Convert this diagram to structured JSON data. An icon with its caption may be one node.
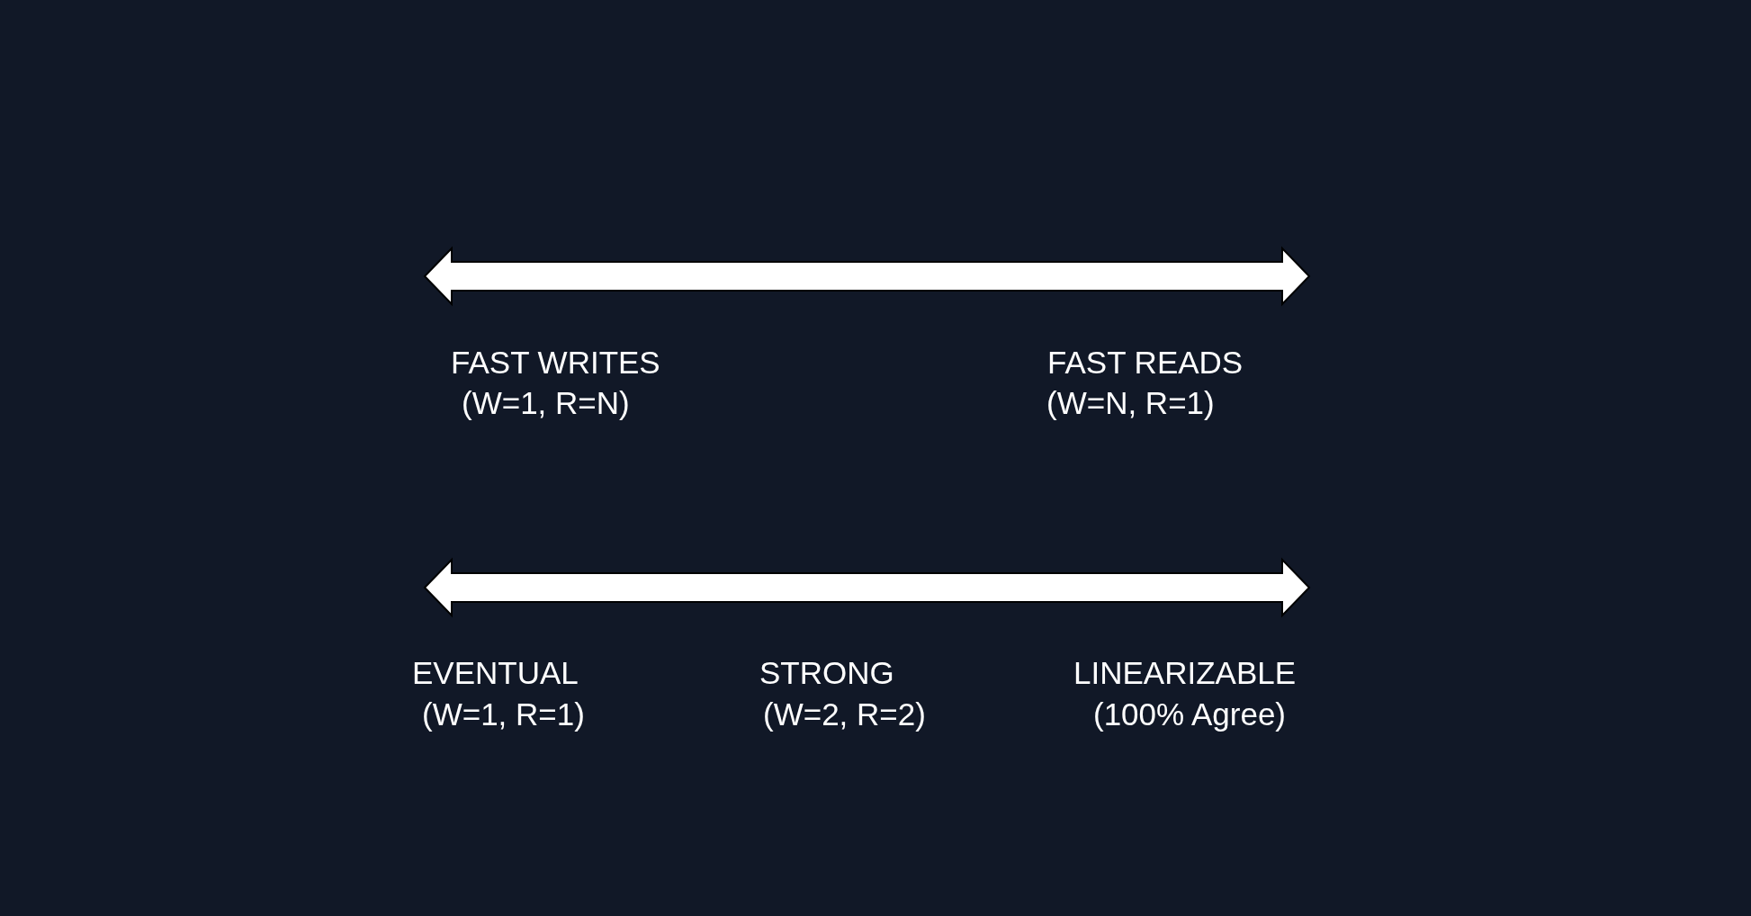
{
  "diagram": {
    "labels": [
      "FAST WRITES",
      "(W=1, R=N)",
      "FAST READS",
      "(W=N, R=1)",
      "EVENTUAL",
      "(W=1, R=1)",
      "STRONG",
      "(W=2, R=2)",
      "LINEARIZABLE",
      "(100% Agree)"
    ]
  }
}
